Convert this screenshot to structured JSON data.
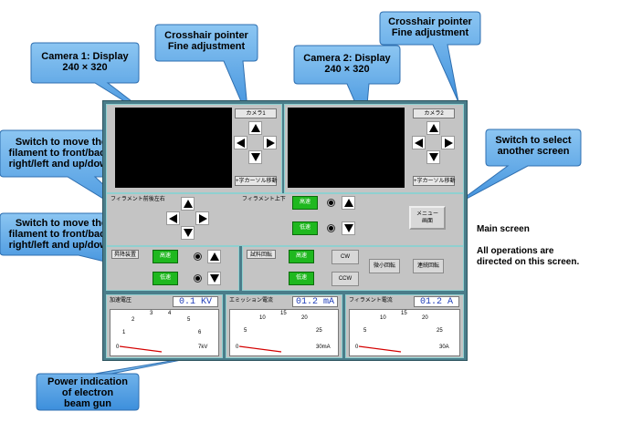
{
  "callouts": {
    "camera1": "Camera 1: Display\n240 × 320",
    "crosshair1": "Crosshair pointer\nFine adjustment",
    "camera2": "Camera 2: Display\n240 × 320",
    "crosshair2": "Crosshair pointer\nFine adjustment",
    "filament1": "Switch to move the\nfilament to front/back,\nright/left and up/down",
    "filament2": "Switch to move the\nfilament to front/back,\nright/left and up/down",
    "select_screen": "Switch to select\nanother screen",
    "power": "Power indication\nof electron\nbeam gun"
  },
  "side_notes": {
    "main_screen": "Main screen",
    "all_operations": "All operations are\ndirected on this screen."
  },
  "ui": {
    "camera1_label": "カメラ1",
    "camera2_label": "カメラ2",
    "crosshair_move1": "+字カーソル移動",
    "crosshair_move2": "+字カーソル移動",
    "filament_fb_lr": "フィラメント前後左右",
    "filament_ud": "フィラメント上下",
    "fast1": "高速",
    "slow1": "低速",
    "up_down_label": "昇降装置",
    "fast2": "高速",
    "slow2": "低速",
    "sample_rotate": "試料回転",
    "fast3": "高速",
    "slow3": "低速",
    "cw": "CW",
    "ccw": "CCW",
    "menu_line1": "メニュー",
    "menu_line2": "画面",
    "btn_mid1": "微小回転",
    "btn_mid2": "連続回転"
  },
  "meters": [
    {
      "label": "加速電圧",
      "value": "0.1 KV",
      "ticks": [
        "3",
        "4",
        "2",
        "5",
        "1",
        "6"
      ],
      "zero": "0",
      "max": "7kV"
    },
    {
      "label": "エミッション電流",
      "value": "01.2 mA",
      "ticks": [
        "15",
        "10",
        "20",
        "5",
        "25"
      ],
      "zero": "0",
      "max": "30mA"
    },
    {
      "label": "フィラメント電流",
      "value": "01.2 A",
      "ticks": [
        "15",
        "10",
        "20",
        "5",
        "25"
      ],
      "zero": "0",
      "max": "30A"
    }
  ],
  "colors": {
    "callout_fill": "#4fa3e8",
    "window_bg": "#4a7d8a",
    "panel_bg": "#c4c4c4",
    "green": "#1fb81f",
    "value_text": "#1f3db8",
    "needle": "#d40000"
  }
}
